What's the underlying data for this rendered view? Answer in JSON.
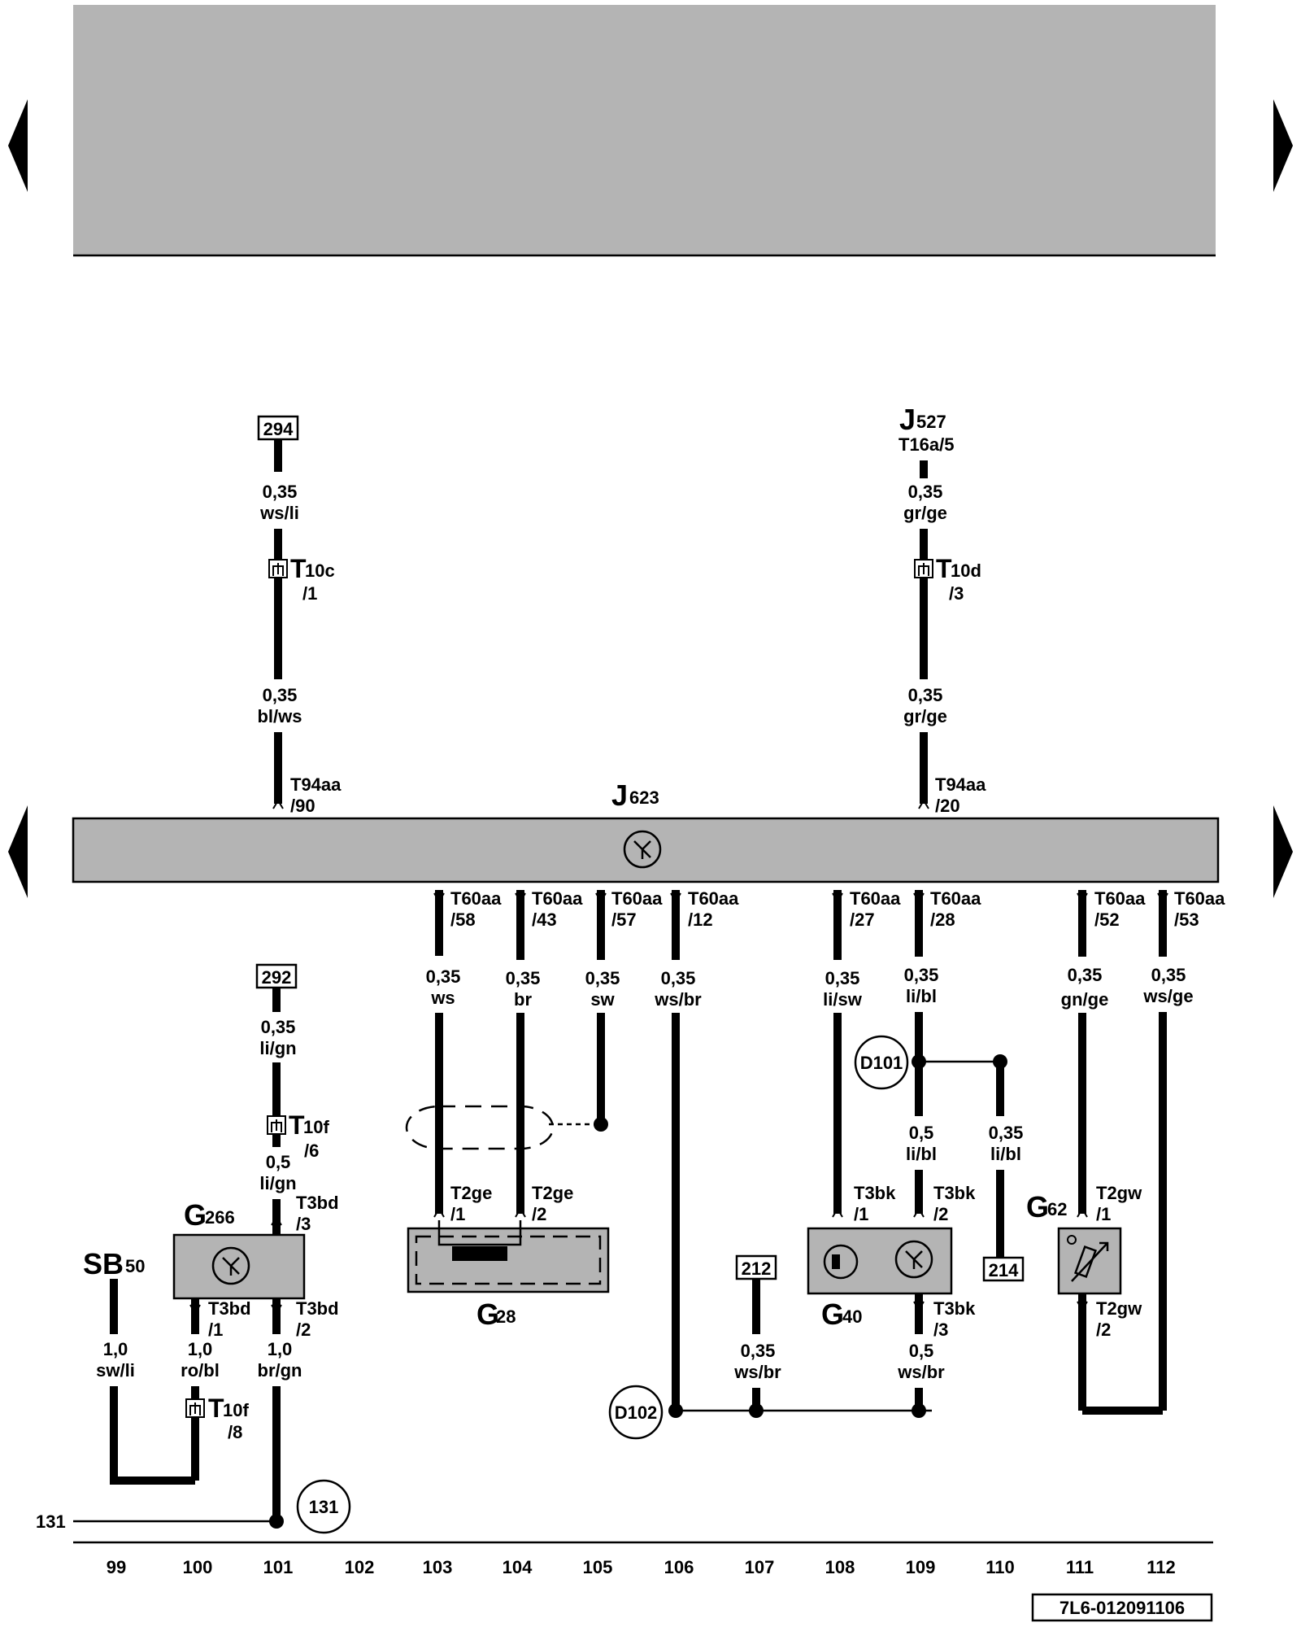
{
  "page": {
    "doc_code": "7L6-012091106",
    "columns": [
      "99",
      "100",
      "101",
      "102",
      "103",
      "104",
      "105",
      "106",
      "107",
      "108",
      "109",
      "110",
      "111",
      "112"
    ]
  },
  "components": {
    "J623": {
      "main": "J",
      "sub": "623"
    },
    "J527": {
      "main": "J",
      "sub": "527"
    },
    "G266": {
      "main": "G",
      "sub": "266"
    },
    "G28": {
      "main": "G",
      "sub": "28"
    },
    "G40": {
      "main": "G",
      "sub": "40"
    },
    "G62": {
      "main": "G",
      "sub": "62"
    },
    "SB50": {
      "main": "SB",
      "sub": "50"
    }
  },
  "connectors": {
    "T10c": {
      "main": "T",
      "sub": "10c",
      "pin": "/1"
    },
    "T10d": {
      "main": "T",
      "sub": "10d",
      "pin": "/3"
    },
    "T10f_6": {
      "main": "T",
      "sub": "10f",
      "pin": "/6"
    },
    "T10f_8": {
      "main": "T",
      "sub": "10f",
      "pin": "/8"
    },
    "T16a": "T16a/5",
    "T94aa_90": {
      "name": "T94aa",
      "pin": "/90"
    },
    "T94aa_20": {
      "name": "T94aa",
      "pin": "/20"
    },
    "T60aa_58": {
      "name": "T60aa",
      "pin": "/58"
    },
    "T60aa_43": {
      "name": "T60aa",
      "pin": "/43"
    },
    "T60aa_57": {
      "name": "T60aa",
      "pin": "/57"
    },
    "T60aa_12": {
      "name": "T60aa",
      "pin": "/12"
    },
    "T60aa_27": {
      "name": "T60aa",
      "pin": "/27"
    },
    "T60aa_28": {
      "name": "T60aa",
      "pin": "/28"
    },
    "T60aa_52": {
      "name": "T60aa",
      "pin": "/52"
    },
    "T60aa_53": {
      "name": "T60aa",
      "pin": "/53"
    },
    "T3bd_3": {
      "name": "T3bd",
      "pin": "/3"
    },
    "T3bd_1": {
      "name": "T3bd",
      "pin": "/1"
    },
    "T3bd_2": {
      "name": "T3bd",
      "pin": "/2"
    },
    "T2ge_1": {
      "name": "T2ge",
      "pin": "/1"
    },
    "T2ge_2": {
      "name": "T2ge",
      "pin": "/2"
    },
    "T3bk_1": {
      "name": "T3bk",
      "pin": "/1"
    },
    "T3bk_2": {
      "name": "T3bk",
      "pin": "/2"
    },
    "T3bk_3": {
      "name": "T3bk",
      "pin": "/3"
    },
    "T2gw_1": {
      "name": "T2gw",
      "pin": "/1"
    },
    "T2gw_2": {
      "name": "T2gw",
      "pin": "/2"
    }
  },
  "refs": {
    "r294": "294",
    "r292": "292",
    "r212": "212",
    "r214": "214",
    "r131_box": "131",
    "r131_left": "131"
  },
  "splices": {
    "D101": "D101",
    "D102": "D102"
  },
  "wires": {
    "w294_top": {
      "size": "0,35",
      "color": "ws/li"
    },
    "w294_bot": {
      "size": "0,35",
      "color": "bl/ws"
    },
    "wJ527_top": {
      "size": "0,35",
      "color": "gr/ge"
    },
    "wJ527_bot": {
      "size": "0,35",
      "color": "gr/ge"
    },
    "w292_top": {
      "size": "0,35",
      "color": "li/gn"
    },
    "w292_bot": {
      "size": "0,5",
      "color": "li/gn"
    },
    "w103": {
      "size": "0,35",
      "color": "ws"
    },
    "w104": {
      "size": "0,35",
      "color": "br"
    },
    "w105": {
      "size": "0,35",
      "color": "sw"
    },
    "w106": {
      "size": "0,35",
      "color": "ws/br"
    },
    "w108": {
      "size": "0,35",
      "color": "li/sw"
    },
    "w109_top": {
      "size": "0,35",
      "color": "li/bl"
    },
    "w109_mid": {
      "size": "0,5",
      "color": "li/bl"
    },
    "w110": {
      "size": "0,35",
      "color": "li/bl"
    },
    "w111": {
      "size": "0,35",
      "color": "gn/ge"
    },
    "w112": {
      "size": "0,35",
      "color": "ws/ge"
    },
    "wSB50": {
      "size": "1,0",
      "color": "sw/li"
    },
    "w100": {
      "size": "1,0",
      "color": "ro/bl"
    },
    "w101": {
      "size": "1,0",
      "color": "br/gn"
    },
    "w107": {
      "size": "0,35",
      "color": "ws/br"
    },
    "w109_bot": {
      "size": "0,5",
      "color": "ws/br"
    }
  },
  "colors": {
    "component_fill": "#b4b4b4",
    "ink": "#000000",
    "background": "#ffffff"
  },
  "icons": [
    "prev-page-icon",
    "next-page-icon",
    "sensor-symbol-icon",
    "connector-symbol-icon"
  ]
}
